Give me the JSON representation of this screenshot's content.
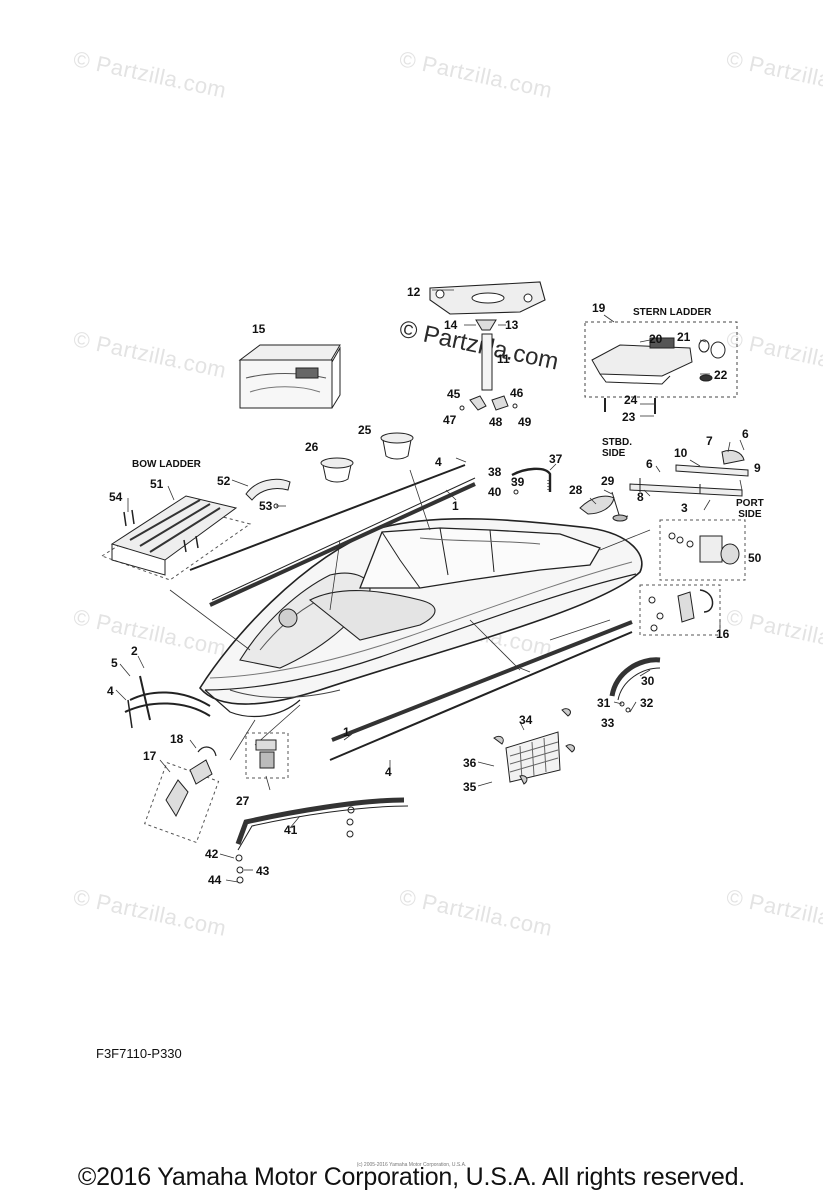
{
  "watermark": "© Partzilla.com",
  "diagram": {
    "code": "F3F7110-P330",
    "labels": {
      "stern_ladder": "STERN LADDER",
      "bow_ladder": "BOW LADDER",
      "stbd_side": "STBD.\nSIDE",
      "port_side": "PORT\nSIDE"
    },
    "callouts": [
      "1",
      "1",
      "2",
      "3",
      "4",
      "4",
      "4",
      "5",
      "6",
      "6",
      "7",
      "8",
      "9",
      "10",
      "11",
      "12",
      "13",
      "14",
      "15",
      "16",
      "17",
      "18",
      "19",
      "20",
      "21",
      "22",
      "23",
      "24",
      "25",
      "26",
      "27",
      "28",
      "29",
      "30",
      "31",
      "32",
      "33",
      "34",
      "35",
      "36",
      "37",
      "38",
      "39",
      "40",
      "41",
      "42",
      "43",
      "44",
      "45",
      "46",
      "47",
      "48",
      "49",
      "50",
      "51",
      "52",
      "53",
      "54"
    ]
  },
  "footer": {
    "copyright": "©2016 Yamaha Motor Corporation, U.S.A. All rights reserved.",
    "fine_print": "(c) 2005-2016 Yamaha Motor Corporation, U.S.A."
  }
}
